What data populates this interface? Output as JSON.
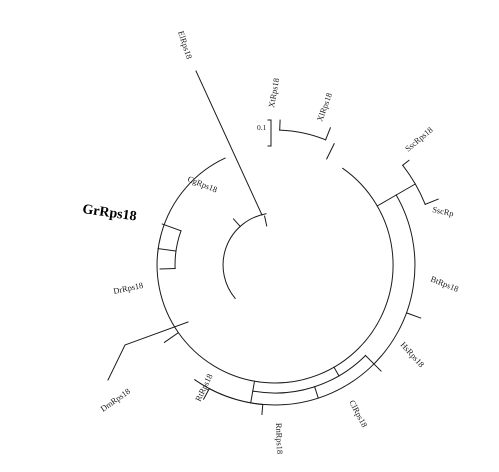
{
  "tree": {
    "leaves": [
      {
        "id": "ElRps18",
        "label": "ElRps18"
      },
      {
        "id": "XtRps18",
        "label": "XtRps18"
      },
      {
        "id": "XlRps18",
        "label": "XlRps18"
      },
      {
        "id": "SscRps18",
        "label": "SscRps18"
      },
      {
        "id": "SscRp",
        "label": "SscRp"
      },
      {
        "id": "BtRps18",
        "label": "BtRps18"
      },
      {
        "id": "HsRps18",
        "label": "HsRps18"
      },
      {
        "id": "ClRps18",
        "label": "ClRps18"
      },
      {
        "id": "RnRps18",
        "label": "RnRps18"
      },
      {
        "id": "RtRps18",
        "label": "RtRps18"
      },
      {
        "id": "DmRps18",
        "label": "DmRps18"
      },
      {
        "id": "DrRps18",
        "label": "DrRps18"
      },
      {
        "id": "GrRps18",
        "label": "GrRps18",
        "emphasis": true
      },
      {
        "id": "CgRps18",
        "label": "CgRps18"
      }
    ],
    "scale_bar": {
      "label": "0.1"
    }
  },
  "colors": {
    "line": "#1a1a1a",
    "text": "#1a1a1a"
  }
}
